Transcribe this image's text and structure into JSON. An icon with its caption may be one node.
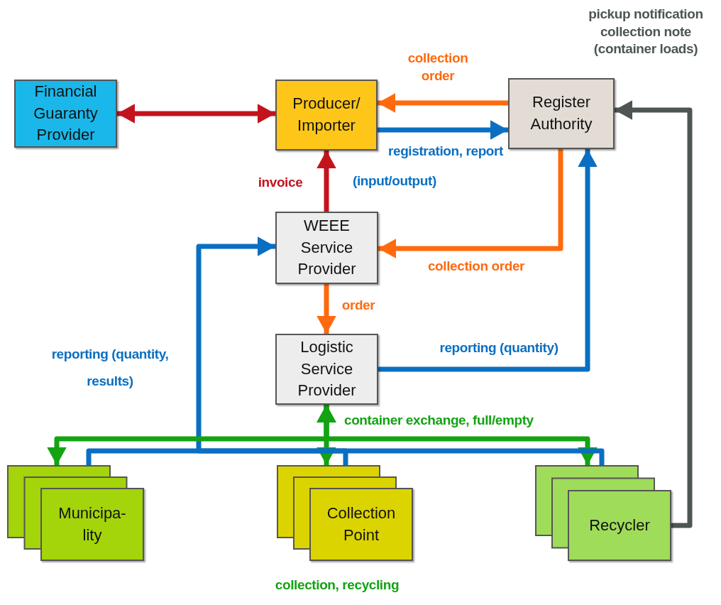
{
  "diagram": {
    "nodes": [
      {
        "text": [
          "Financial Guaranty Provider"
        ]
      },
      {
        "text": [
          "Producer/ Importer"
        ]
      },
      {
        "text": [
          "Register Authority"
        ]
      },
      {
        "text": [
          "WEEE Service Provider"
        ]
      },
      {
        "text": [
          "Logistic Service Provider"
        ]
      },
      {
        "text": [
          "Municipa- lity"
        ]
      },
      {
        "text": [
          "Collection Point"
        ]
      },
      {
        "text": [
          "Recycler"
        ]
      }
    ],
    "edges": [
      {
        "from": 0,
        "to": 1,
        "arrow": "both",
        "color": "#c3141e"
      },
      {
        "from": 2,
        "to": 1,
        "arrow": "to",
        "label": "collection order",
        "color": "#ff6a0f"
      },
      {
        "from": 1,
        "to": 2,
        "arrow": "to",
        "label": "registration, report (input/output)"
      },
      {
        "from": 3,
        "to": 1,
        "arrow": "to",
        "label": "invoice",
        "color": "#c3141e"
      },
      {
        "from": 2,
        "to": 3,
        "arrow": "to",
        "label": "collection order",
        "color": "#ff6a0f"
      },
      {
        "from": 3,
        "to": 4,
        "arrow": "to",
        "label": "order",
        "color": "#ff6a0f"
      },
      {
        "from": 4,
        "to": 2,
        "arrow": "to",
        "label": "reporting (quantity)"
      },
      {
        "from": 7,
        "to": 2,
        "arrow": "to",
        "label": "pickup notification collection note (container loads)",
        "color": "#4d5650"
      },
      {
        "from": 4,
        "to": 5,
        "arrow": "both",
        "color": "#13a313"
      },
      {
        "from": 4,
        "to": 6,
        "arrow": "both",
        "label": "container exchange, full/empty",
        "color": "#13a313"
      },
      {
        "from": 4,
        "to": 7,
        "arrow": "both",
        "color": "#13a313"
      },
      {
        "from": 3,
        "to": 5,
        "arrow": "both",
        "label": "reporting (quantity, results)"
      },
      {
        "from": 3,
        "to": 6,
        "arrow": "both"
      },
      {
        "from": 3,
        "to": 7,
        "arrow": "both"
      }
    ],
    "labels": [
      "collection, recycling"
    ]
  }
}
